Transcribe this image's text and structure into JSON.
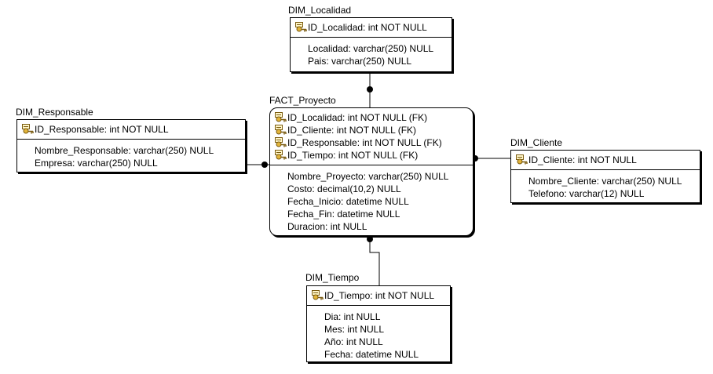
{
  "entities": [
    {
      "id": "dim_localidad",
      "title": "DIM_Localidad",
      "keys": [
        "ID_Localidad: int NOT NULL"
      ],
      "attributes": [
        "Localidad: varchar(250) NULL",
        "Pais: varchar(250) NULL"
      ]
    },
    {
      "id": "dim_responsable",
      "title": "DIM_Responsable",
      "keys": [
        "ID_Responsable: int NOT NULL"
      ],
      "attributes": [
        "Nombre_Responsable: varchar(250) NULL",
        "Empresa: varchar(250) NULL"
      ]
    },
    {
      "id": "fact_proyecto",
      "title": "FACT_Proyecto",
      "keys": [
        "ID_Localidad: int NOT NULL (FK)",
        "ID_Cliente: int NOT NULL (FK)",
        "ID_Responsable: int NOT NULL (FK)",
        "ID_Tiempo: int NOT NULL (FK)"
      ],
      "attributes": [
        "Nombre_Proyecto: varchar(250) NULL",
        "Costo: decimal(10,2) NULL",
        "Fecha_Inicio: datetime NULL",
        "Fecha_Fin: datetime NULL",
        "Duracion: int NULL"
      ]
    },
    {
      "id": "dim_cliente",
      "title": "DIM_Cliente",
      "keys": [
        "ID_Cliente: int NOT NULL"
      ],
      "attributes": [
        "Nombre_Cliente: varchar(250) NULL",
        "Telefono: varchar(12) NULL"
      ]
    },
    {
      "id": "dim_tiempo",
      "title": "DIM_Tiempo",
      "keys": [
        "ID_Tiempo: int NOT NULL"
      ],
      "attributes": [
        "Dia: int NULL",
        "Mes: int NULL",
        "Año: int NULL",
        "Fecha: datetime NULL"
      ]
    }
  ],
  "relationships": [
    {
      "from": "dim_localidad",
      "to": "fact_proyecto"
    },
    {
      "from": "dim_responsable",
      "to": "fact_proyecto"
    },
    {
      "from": "dim_cliente",
      "to": "fact_proyecto"
    },
    {
      "from": "dim_tiempo",
      "to": "fact_proyecto"
    }
  ],
  "icons": {
    "key_icon": "primary-key-icon"
  },
  "colors": {
    "line": "#000000",
    "background": "#ffffff",
    "key_icon": "#b08a1e"
  }
}
